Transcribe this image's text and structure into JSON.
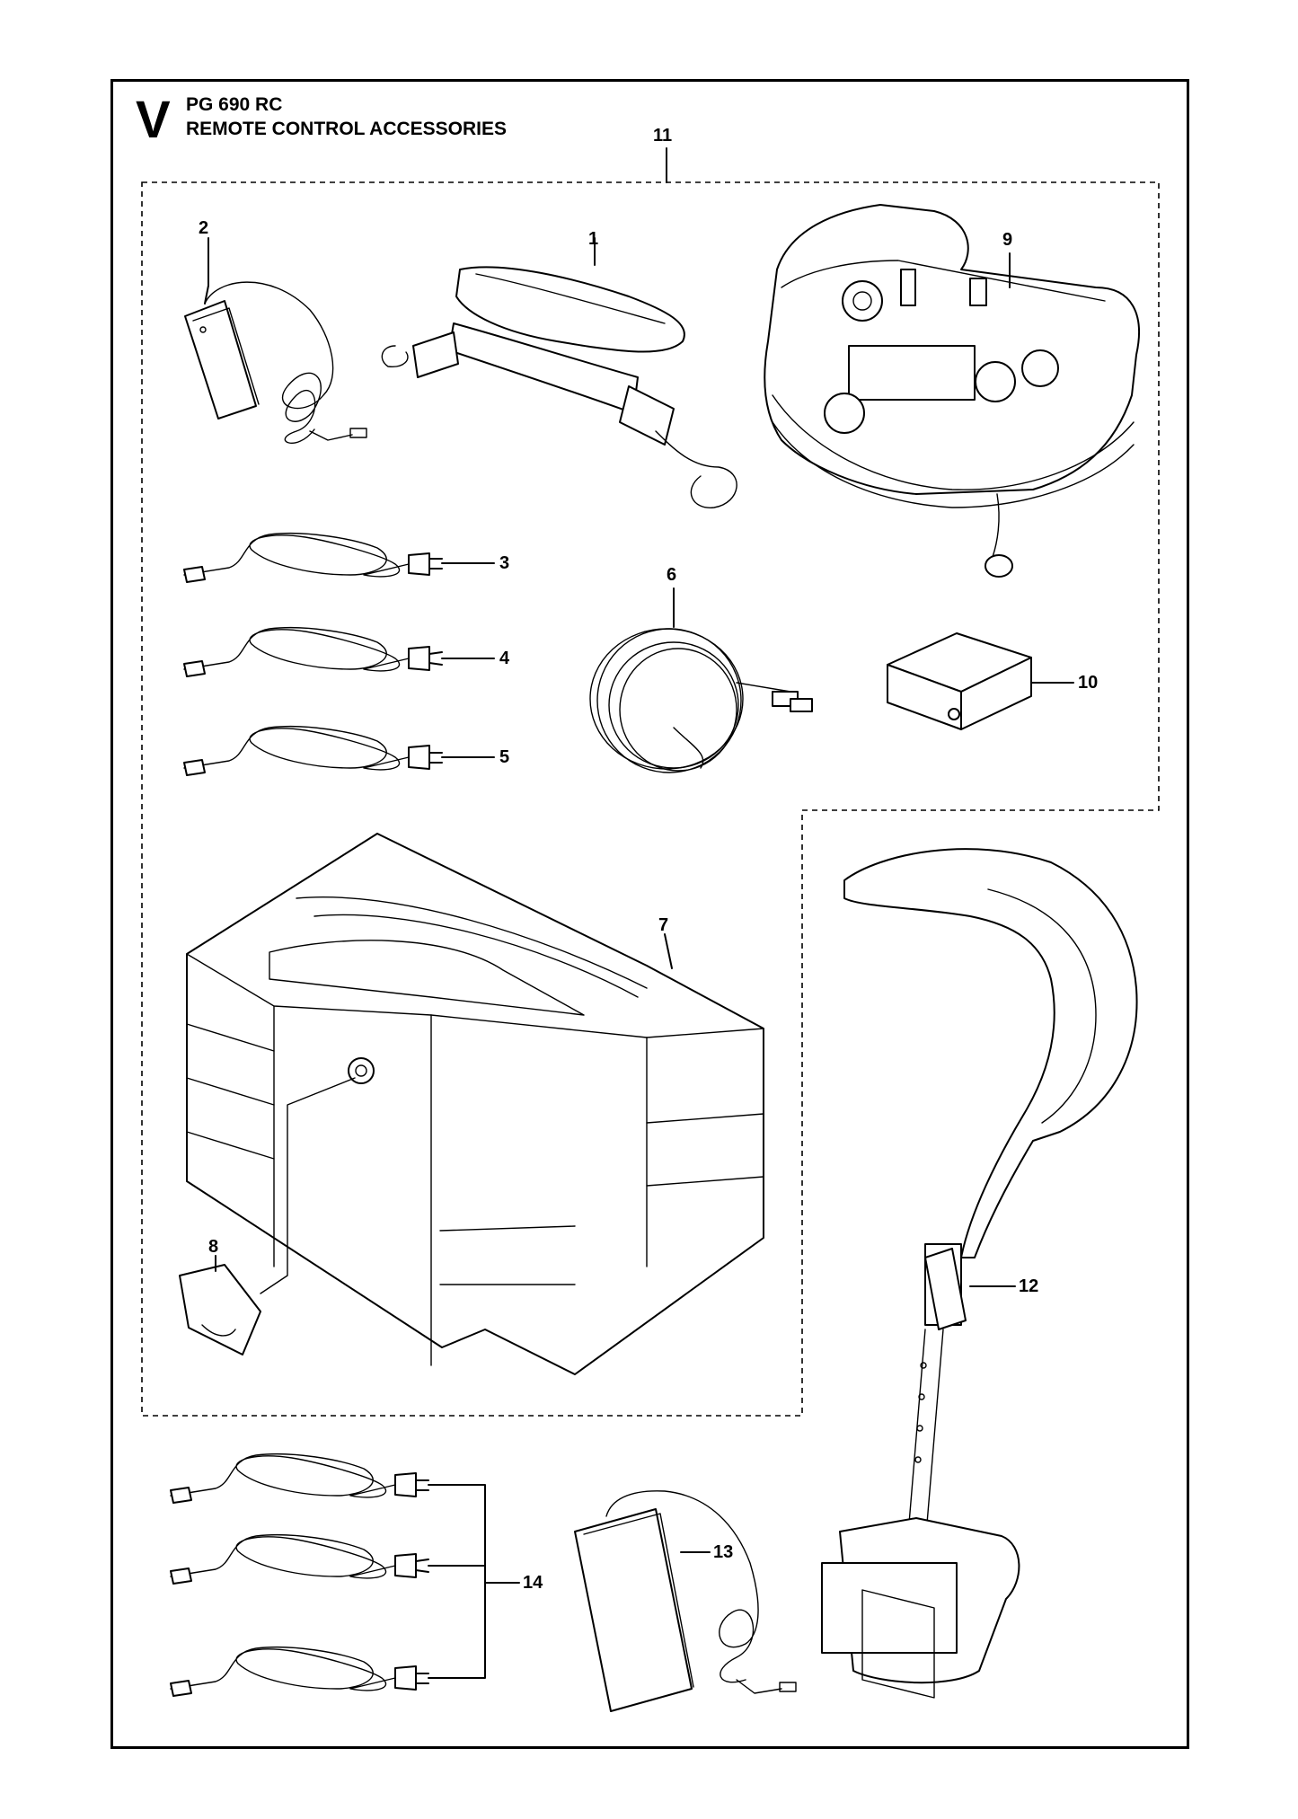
{
  "header": {
    "section_letter": "V",
    "model": "PG 690 RC",
    "title": "REMOTE CONTROL ACCESSORIES"
  },
  "callouts": {
    "c1": "1",
    "c2": "2",
    "c3": "3",
    "c4": "4",
    "c5": "5",
    "c6": "6",
    "c7": "7",
    "c8": "8",
    "c9": "9",
    "c10": "10",
    "c11": "11",
    "c12": "12",
    "c13": "13",
    "c14": "14"
  }
}
